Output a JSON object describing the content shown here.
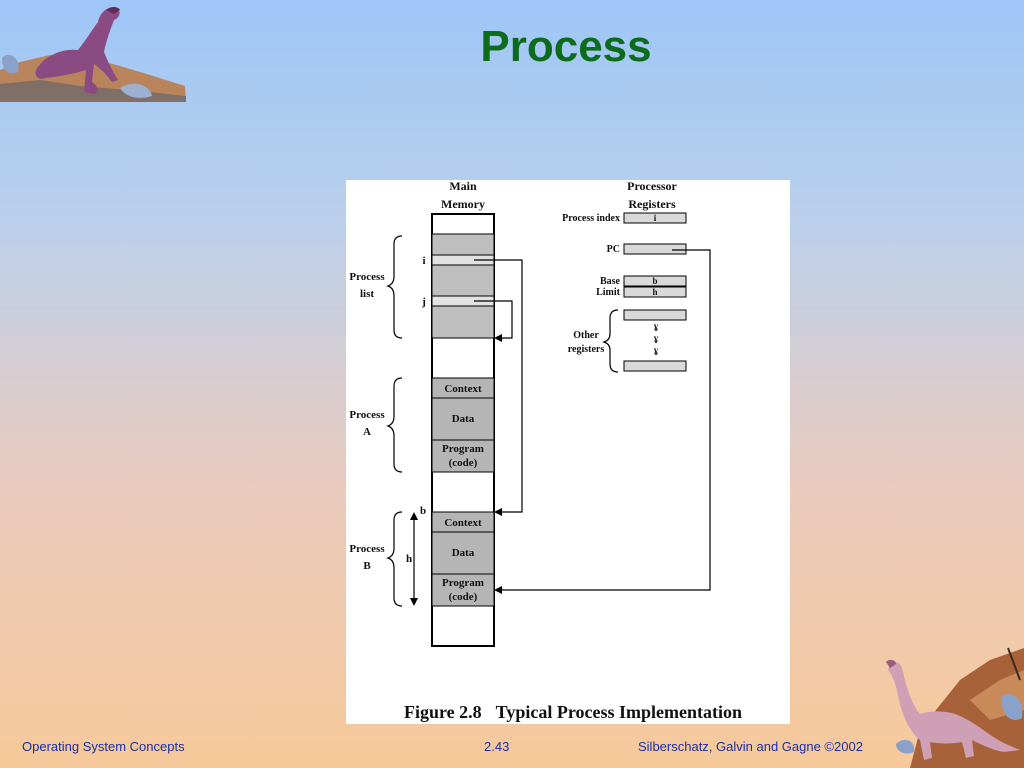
{
  "slide": {
    "title": "Process",
    "footer": {
      "left": "Operating System Concepts",
      "center": "2.43",
      "right": "Silberschatz, Galvin and  Gagne ©2002"
    }
  },
  "figure": {
    "caption_number": "Figure 2.8",
    "caption_title": "Typical Process Implementation",
    "memory": {
      "header_line1": "Main",
      "header_line2": "Memory",
      "pointer_i": "i",
      "pointer_j": "j",
      "pointer_b": "b",
      "pointer_h": "h",
      "process_a": {
        "context": "Context",
        "data": "Data",
        "program_line1": "Program",
        "program_line2": "(code)"
      },
      "process_b": {
        "context": "Context",
        "data": "Data",
        "program_line1": "Program",
        "program_line2": "(code)"
      }
    },
    "brackets": {
      "process_list_line1": "Process",
      "process_list_line2": "list",
      "process_a_line1": "Process",
      "process_a_line2": "A",
      "process_b_line1": "Process",
      "process_b_line2": "B"
    },
    "registers": {
      "header_line1": "Processor",
      "header_line2": "Registers",
      "process_index_label": "Process index",
      "process_index_value": "i",
      "pc_label": "PC",
      "base_label": "Base",
      "base_value": "b",
      "limit_label": "Limit",
      "limit_value": "h",
      "other_line1": "Other",
      "other_line2": "registers",
      "dots": [
        "¥",
        "¥",
        "¥"
      ]
    }
  }
}
